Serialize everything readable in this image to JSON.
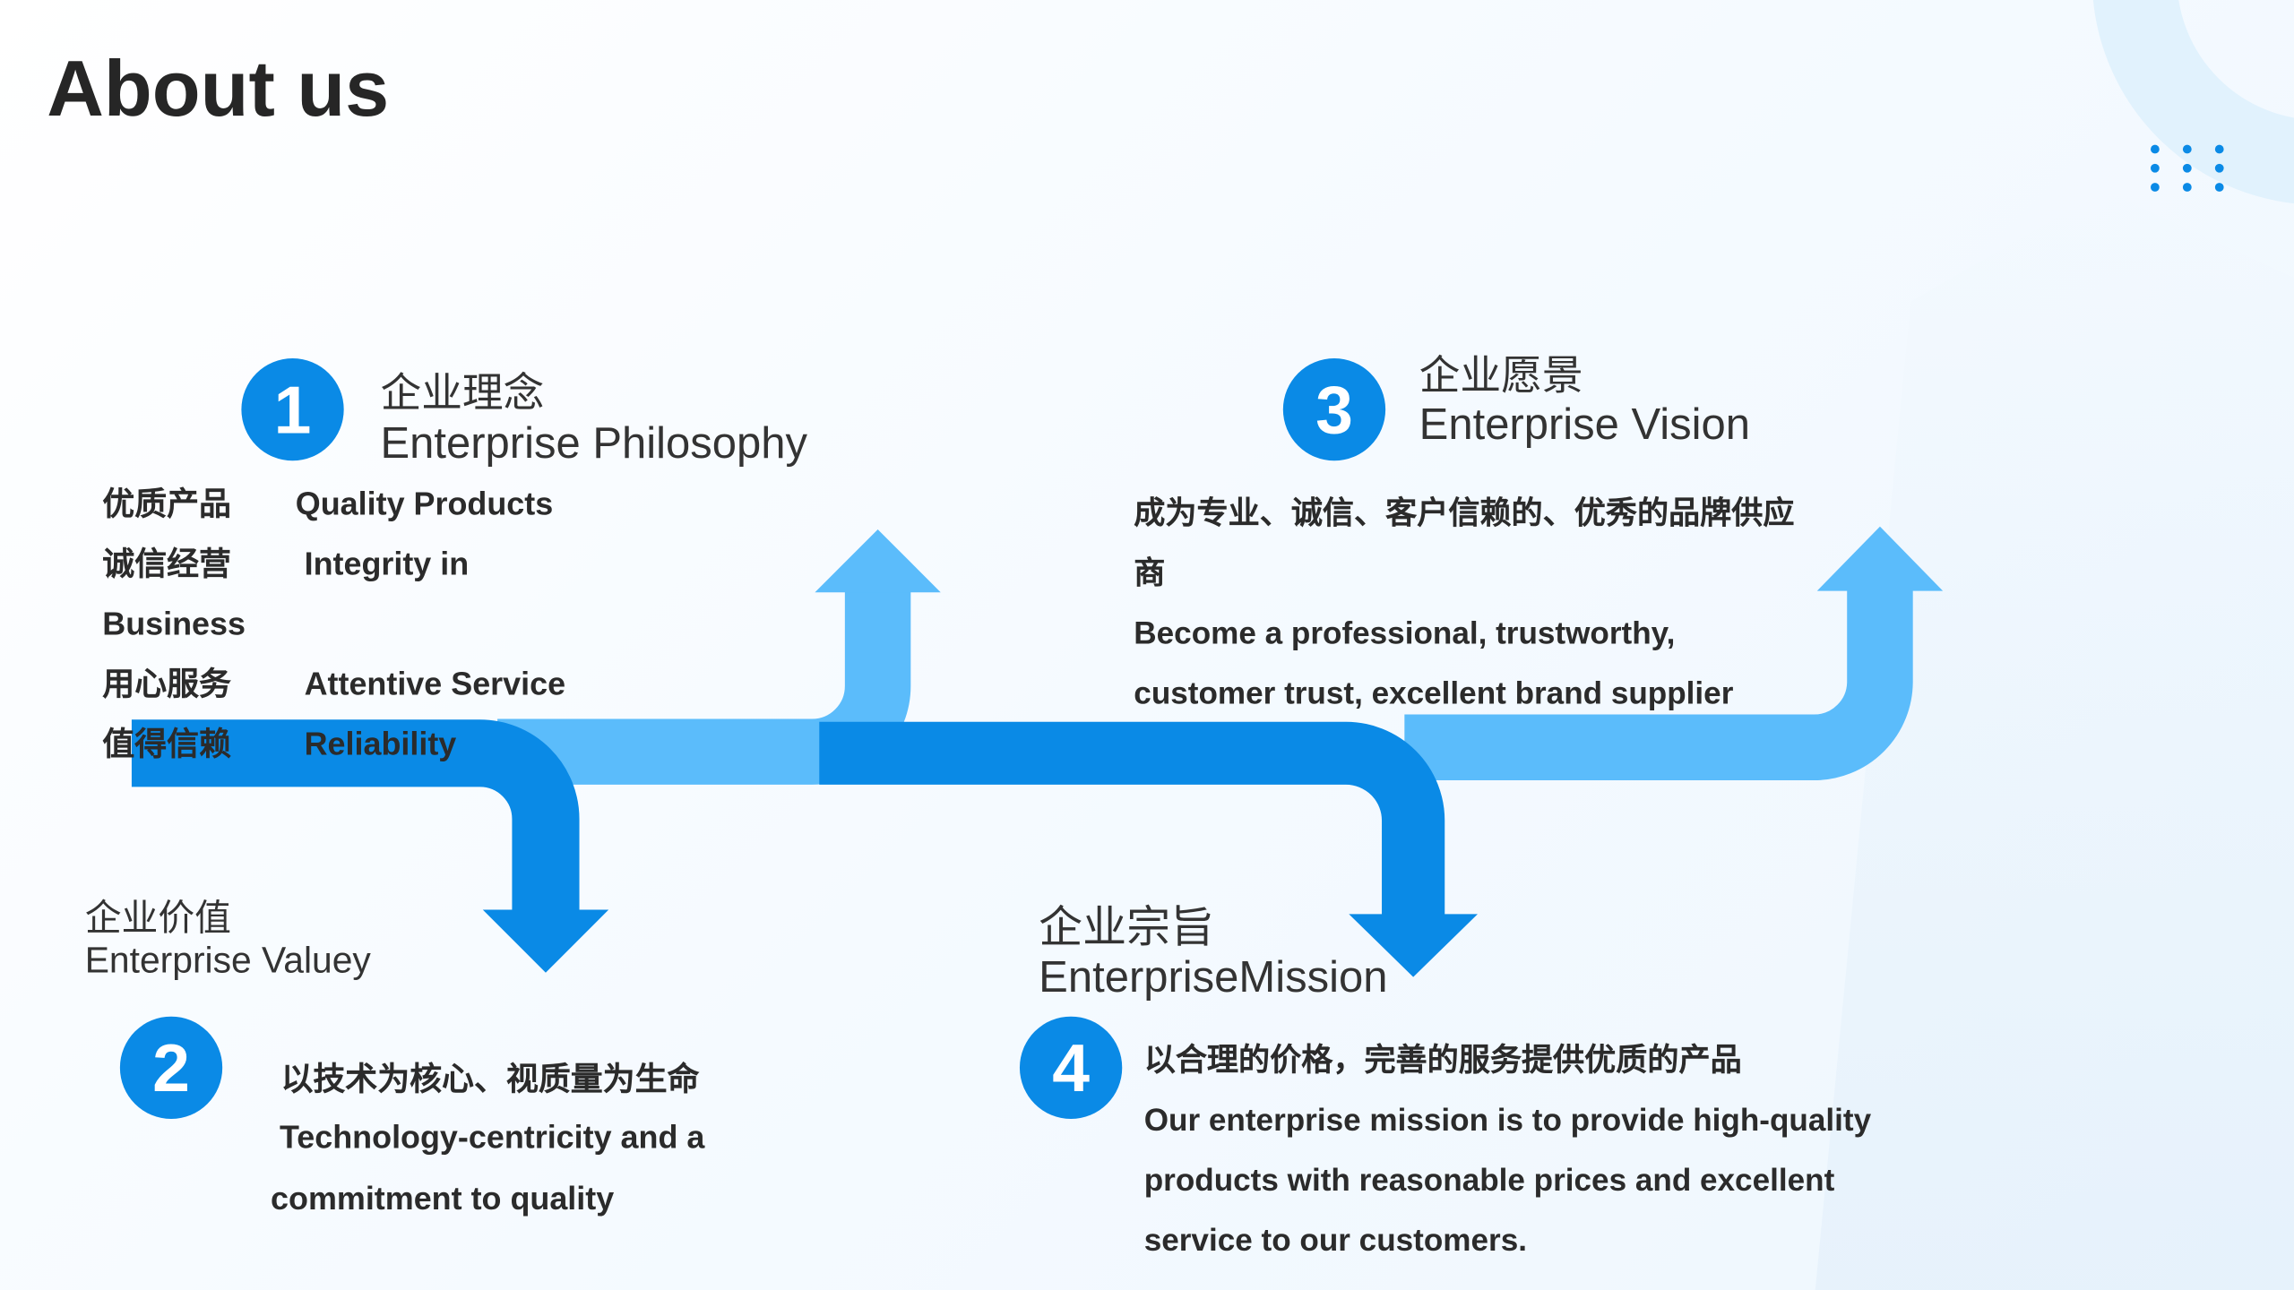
{
  "title": "About us",
  "colors": {
    "dark_blue": "#0a8ae6",
    "light_blue": "#5bbcfb",
    "text": "#2b2b2b"
  },
  "sections": [
    {
      "number": "1",
      "heading_cn": "企业理念",
      "heading_en": "Enterprise Philosophy",
      "items": [
        {
          "cn": "优质产品",
          "en": "Quality Products"
        },
        {
          "cn": "诚信经营",
          "en": "Integrity in",
          "en_cont": "Business"
        },
        {
          "cn": "用心服务",
          "en": "Attentive Service"
        },
        {
          "cn": "值得信赖",
          "en": "Reliability"
        }
      ]
    },
    {
      "number": "2",
      "heading_cn": "企业价值",
      "heading_en": "Enterprise Valuey",
      "lines": [
        "以技术为核心、视质量为生命",
        " Technology-centricity and a",
        "commitment to quality"
      ]
    },
    {
      "number": "3",
      "heading_cn": "企业愿景",
      "heading_en": "Enterprise Vision",
      "lines": [
        "成为专业、诚信、客户信赖的、优秀的品牌供应",
        "商",
        "Become a professional, trustworthy,",
        "customer trust, excellent brand supplier"
      ]
    },
    {
      "number": "4",
      "heading_cn": "企业宗旨",
      "heading_en": "EnterpriseMission",
      "lines": [
        "以合理的价格，完善的服务提供优质的产品",
        "Our enterprise mission is to provide high-quality",
        "products with reasonable prices and excellent",
        "service to our customers."
      ]
    }
  ]
}
